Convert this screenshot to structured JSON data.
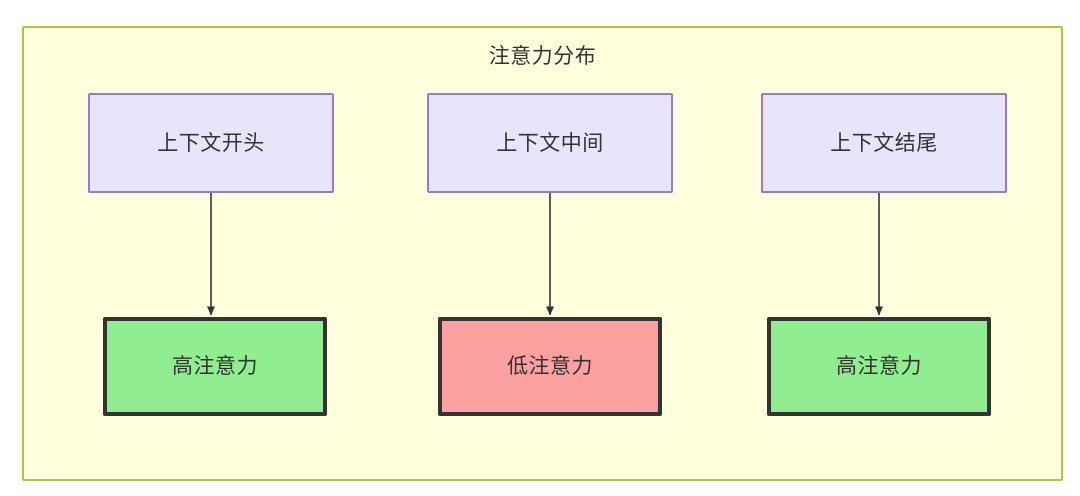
{
  "diagram": {
    "title": "注意力分布",
    "background_color": "#ffffde",
    "border_color": "#bfbf3f",
    "context_fill": "#e8e4fb",
    "context_border": "#9d78d2",
    "high_fill": "#90ee90",
    "low_fill": "#faa0a0",
    "node_border": "#333333",
    "edge_color": "#333333",
    "text_color": "#333333"
  },
  "nodes": {
    "context": [
      {
        "id": "context-start",
        "label": "上下文开头"
      },
      {
        "id": "context-middle",
        "label": "上下文中间"
      },
      {
        "id": "context-end",
        "label": "上下文结尾"
      }
    ],
    "attention": [
      {
        "id": "attention-high-start",
        "label": "高注意力",
        "level": "high"
      },
      {
        "id": "attention-low-middle",
        "label": "低注意力",
        "level": "low"
      },
      {
        "id": "attention-high-end",
        "label": "高注意力",
        "level": "high"
      }
    ]
  },
  "edges": [
    {
      "from": "context-start",
      "to": "attention-high-start"
    },
    {
      "from": "context-middle",
      "to": "attention-low-middle"
    },
    {
      "from": "context-end",
      "to": "attention-high-end"
    }
  ]
}
